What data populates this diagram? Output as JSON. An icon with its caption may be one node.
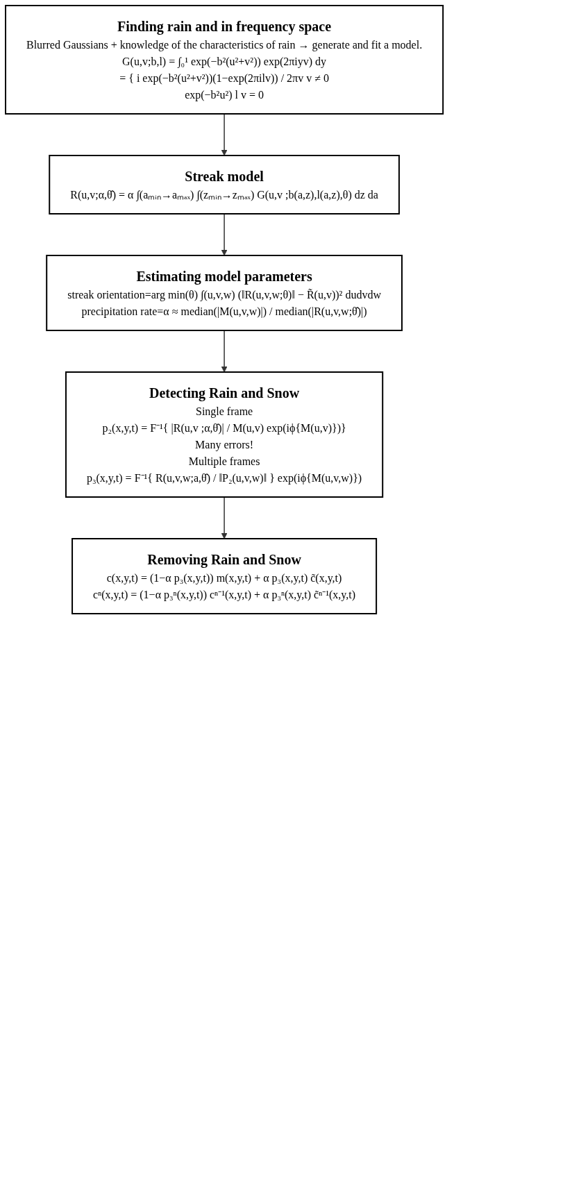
{
  "diagram": {
    "nodes": [
      {
        "text": [
          "Finding rain and in frequency space",
          "Blurred Gaussians + knowledge of the characteristics of rain → generate and fit a model.",
          "G(u,v;b,l) = ∫₀¹ exp(−b²(u²+v²)) exp(2πiyv) dy",
          "= { i exp(−b²(u²+v²))(1−exp(2πilv)) / 2πv      v ≠ 0",
          "exp(−b²u²) l      v = 0"
        ]
      },
      {
        "text": [
          "Streak model",
          "R(u,v;α,θ̂) = α ∫(aₘᵢₙ→aₘₐₓ) ∫(zₘᵢₙ→zₘₐₓ) G(u,v ;b(a,z),l(a,z),θ) dz da"
        ]
      },
      {
        "text": [
          "Estimating model parameters",
          "streak orientation=arg min(θ) ∫(u,v,w) (‖R(u,v,w;θ)‖ − R̃(u,v))² dudvdw",
          "precipitation rate=α ≈ median(|M(u,v,w)|) / median(|R(u,v,w;θ̂)|)"
        ]
      },
      {
        "text": [
          "Detecting Rain and Snow",
          "Single frame",
          "p₂(x,y,t) = F⁻¹{ |R(u,v ;α,θ̂)| / M(u,v) exp(iϕ{M(u,v)})}",
          "Many errors!",
          "Multiple frames",
          "p₃(x,y,t) = F⁻¹{ R(u,v,w;a,θ̂) / ‖P₂(u,v,w)‖ } exp(iϕ{M(u,v,w)})"
        ]
      },
      {
        "text": [
          "Removing Rain and Snow",
          "c(x,y,t) = (1−α p₃(x,y,t)) m(x,y,t) + α p₃(x,y,t) c̃(x,y,t)",
          "cⁿ(x,y,t) = (1−α p₃ⁿ(x,y,t)) cⁿ⁻¹(x,y,t) + α p₃ⁿ(x,y,t) c̃ⁿ⁻¹(x,y,t)"
        ]
      }
    ],
    "edges": [
      {
        "from": 0,
        "to": 1,
        "arrow": "to"
      },
      {
        "from": 1,
        "to": 2,
        "arrow": "to"
      },
      {
        "from": 2,
        "to": 3,
        "arrow": "to"
      },
      {
        "from": 3,
        "to": 4,
        "arrow": "to"
      }
    ]
  }
}
